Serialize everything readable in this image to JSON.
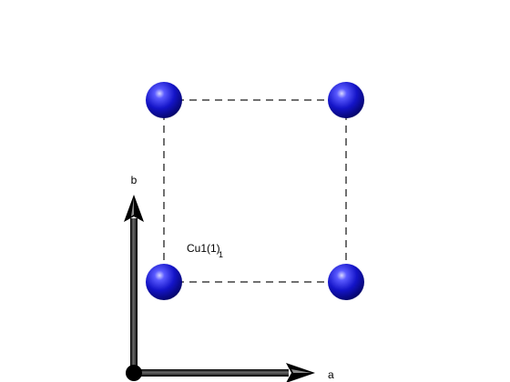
{
  "atom_label": {
    "text": "Cu1(1)",
    "subscript": "1"
  },
  "axes": {
    "a_label": "a",
    "b_label": "b"
  },
  "colors": {
    "atom": "#1010c8",
    "atom_highlight": "#8c8cff",
    "cell_edge": "#707070",
    "axis": "#000000"
  }
}
